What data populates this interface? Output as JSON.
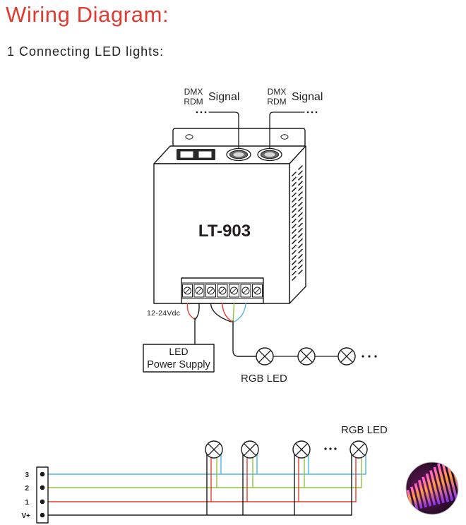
{
  "title": "Wiring Diagram:",
  "section_heading": "1 Connecting LED lights:",
  "signal_inputs": [
    {
      "protocol_top": "DMX",
      "protocol_bottom": "RDM",
      "label": "Signal"
    },
    {
      "protocol_top": "DMX",
      "protocol_bottom": "RDM",
      "label": "Signal"
    }
  ],
  "device": {
    "model": "LT-903"
  },
  "power": {
    "input_label": "12-24Vdc",
    "supply_line1": "LED",
    "supply_line2": "Power Supply"
  },
  "led_chain": {
    "label": "RGB LED"
  },
  "strip": {
    "label": "RGB LED",
    "terminals": [
      "3",
      "2",
      "1",
      "V+"
    ]
  },
  "colors": {
    "title": "#e23a30",
    "wire_red": "#e23b2e",
    "wire_green": "#8dc63f",
    "wire_blue": "#4cb6e6",
    "wire_black": "#1a1a1a"
  }
}
